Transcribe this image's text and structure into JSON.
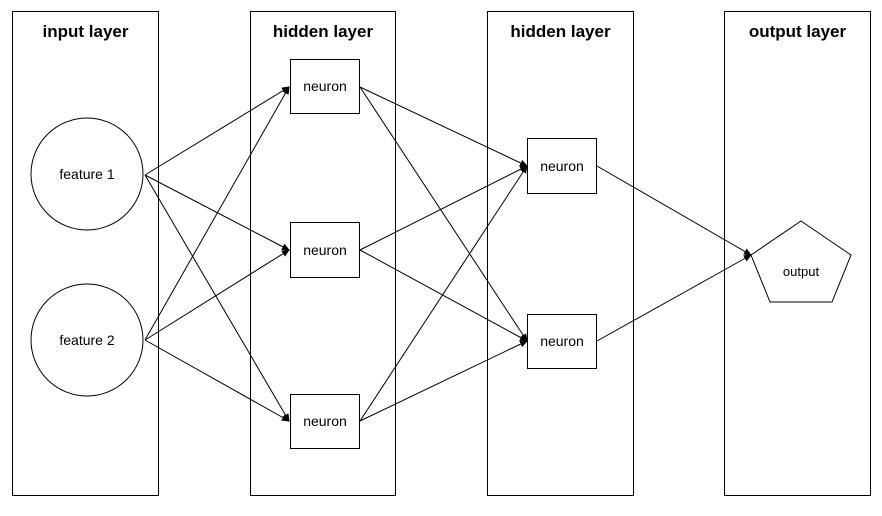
{
  "layers": [
    {
      "title": "input layer"
    },
    {
      "title": "hidden layer"
    },
    {
      "title": "hidden layer"
    },
    {
      "title": "output layer"
    }
  ],
  "nodes": {
    "feature1": {
      "label": "feature 1",
      "shape": "circle"
    },
    "feature2": {
      "label": "feature 2",
      "shape": "circle"
    },
    "h1a": {
      "label": "neuron",
      "shape": "rectangle"
    },
    "h1b": {
      "label": "neuron",
      "shape": "rectangle"
    },
    "h1c": {
      "label": "neuron",
      "shape": "rectangle"
    },
    "h2a": {
      "label": "neuron",
      "shape": "rectangle"
    },
    "h2b": {
      "label": "neuron",
      "shape": "rectangle"
    },
    "out": {
      "label": "output",
      "shape": "pentagon"
    }
  },
  "edges": [
    [
      "feature1",
      "h1a"
    ],
    [
      "feature1",
      "h1b"
    ],
    [
      "feature1",
      "h1c"
    ],
    [
      "feature2",
      "h1a"
    ],
    [
      "feature2",
      "h1b"
    ],
    [
      "feature2",
      "h1c"
    ],
    [
      "h1a",
      "h2a"
    ],
    [
      "h1a",
      "h2b"
    ],
    [
      "h1b",
      "h2a"
    ],
    [
      "h1b",
      "h2b"
    ],
    [
      "h1c",
      "h2a"
    ],
    [
      "h1c",
      "h2b"
    ],
    [
      "h2a",
      "out"
    ],
    [
      "h2b",
      "out"
    ]
  ]
}
